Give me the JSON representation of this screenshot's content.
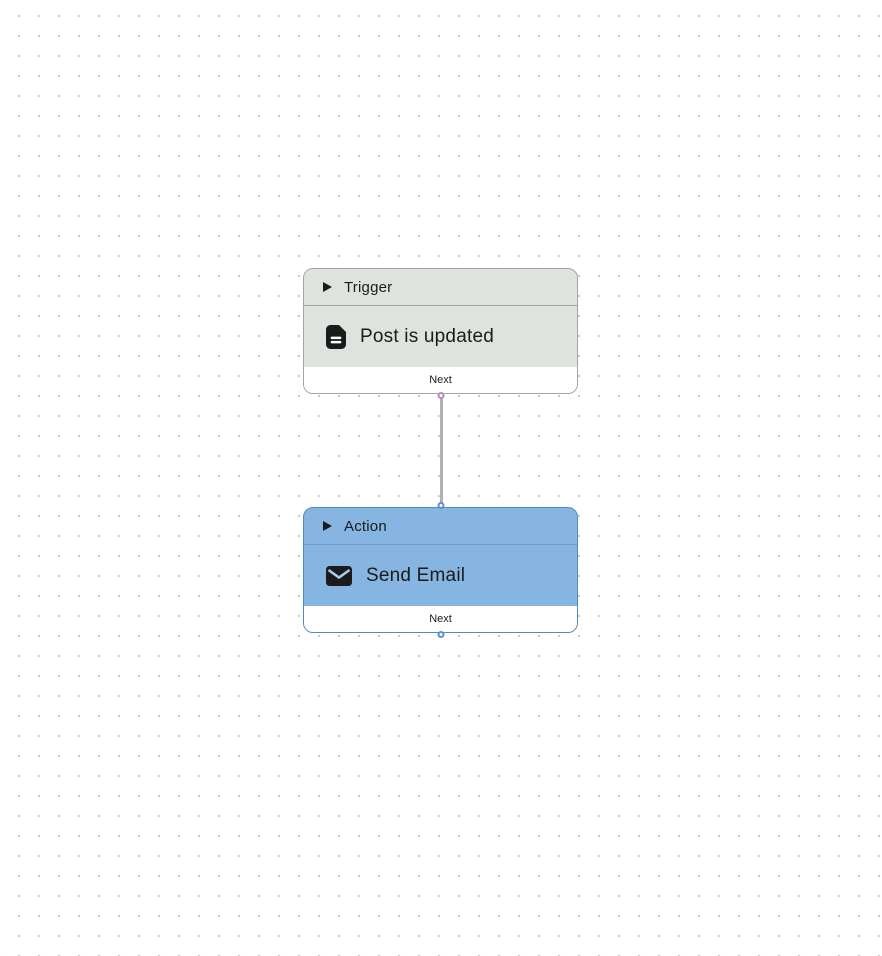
{
  "palette": {
    "canvas_bg": "#ffffff",
    "grid_dot": "#cacaca",
    "text": "#1b1b1d",
    "footer_bg": "#ffffff",
    "trigger_fill": "#dee3dd",
    "trigger_border": "#a2a5a2",
    "trigger_divider": "#9fa5a0",
    "action_fill": "#85b5e0",
    "action_border": "#4f8cc4",
    "action_divider": "#6f9cc4",
    "port_trigger": "#b38bb1",
    "port_action": "#5b92c5",
    "connector": "#b3b0b3",
    "mail_flap": "#a9cce9",
    "doc_lines": "#ffffff"
  },
  "nodes": [
    {
      "type_label": "Trigger",
      "title": "Post is updated",
      "icon": "document-icon",
      "footer_label": "Next"
    },
    {
      "type_label": "Action",
      "title": "Send Email",
      "icon": "mail-icon",
      "footer_label": "Next"
    }
  ],
  "connector": {
    "from": "Trigger Next port",
    "to": "Action input port",
    "style": "straight-vertical"
  }
}
